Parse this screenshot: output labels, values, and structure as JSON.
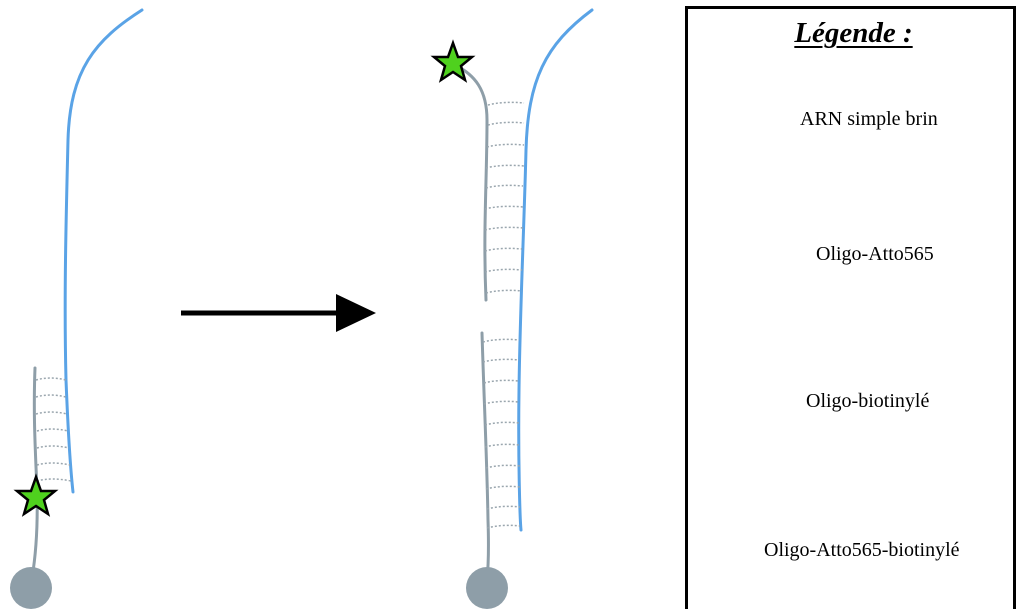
{
  "legend": {
    "title": "Légende :",
    "items": [
      {
        "id": "arn",
        "label": "ARN simple brin"
      },
      {
        "id": "atto",
        "label": "Oligo-Atto565"
      },
      {
        "id": "biot",
        "label": "Oligo-biotinylé"
      },
      {
        "id": "atto-biot",
        "label": "Oligo-Atto565-biotinylé"
      }
    ]
  },
  "colors": {
    "rna": "#5aa3e6",
    "oligo": "#8e9ea8",
    "bead": "#8e9ea8",
    "star_fill": "#4fd11e",
    "star_stroke": "#000000",
    "arrow": "#000000",
    "hbond": "#9aa6ae"
  },
  "icons": {
    "fluorophore": "green-star-icon",
    "biotin": "grey-bead-icon",
    "transition": "right-arrow-icon"
  }
}
